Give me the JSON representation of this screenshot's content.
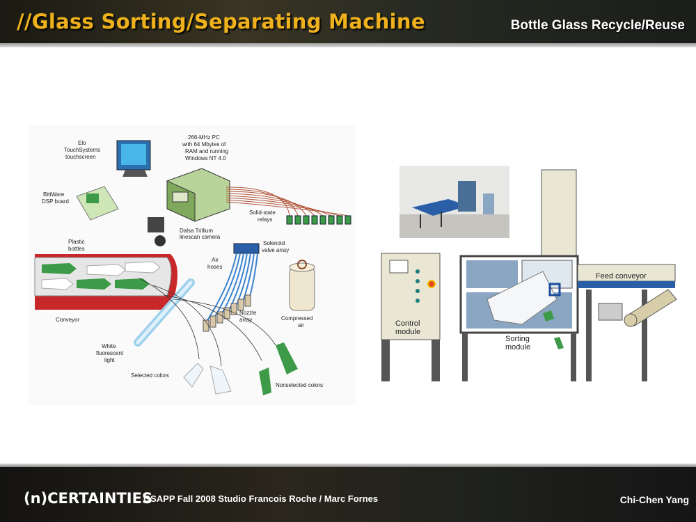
{
  "header": {
    "title": "//Glass Sorting/Separating Machine",
    "subtitle": "Bottle Glass Recycle/Reuse"
  },
  "footer": {
    "brand": "(n)CERTAINTIES",
    "studio": "GSAPP Fall 2008 Studio Francois Roche / Marc Fornes",
    "author": "Chi-Chen Yang"
  },
  "diagram": {
    "elo_1": "Elo",
    "elo_2": "TouchSystems",
    "elo_3": "touchscreen",
    "pc_1": "266-MHz PC",
    "pc_2": "with 64 Mbytes of",
    "pc_3": "RAM and running",
    "pc_4": "Windows NT 4.0",
    "dsp_1": "BittWare",
    "dsp_2": "DSP board",
    "camera_1": "Dalsa Trillium",
    "camera_2": "linescan camera",
    "relays_1": "Solid-state",
    "relays_2": "relays",
    "plastic_1": "Plastic",
    "plastic_2": "bottles",
    "solenoid_1": "Solenoid",
    "solenoid_2": "valve array",
    "air_1": "Air",
    "air_2": "hoses",
    "conveyor": "Conveyor",
    "nozzle_1": "Nozzle",
    "nozzle_2": "array",
    "compressed_1": "Compressed",
    "compressed_2": "air",
    "light_1": "White",
    "light_2": "fluorescent",
    "light_3": "light",
    "selected": "Selected colors",
    "nonselected": "Nonselected colors"
  },
  "machine": {
    "feed": "Feed conveyor",
    "control_1": "Control",
    "control_2": "module",
    "sorting_1": "Sorting",
    "sorting_2": "module"
  },
  "colors": {
    "title": "#f0b21c",
    "conveyor": "#c8282a",
    "machine_blue": "#8aa6c2",
    "hoses": "#3a82d0",
    "glass_green": "#3d9a48"
  }
}
